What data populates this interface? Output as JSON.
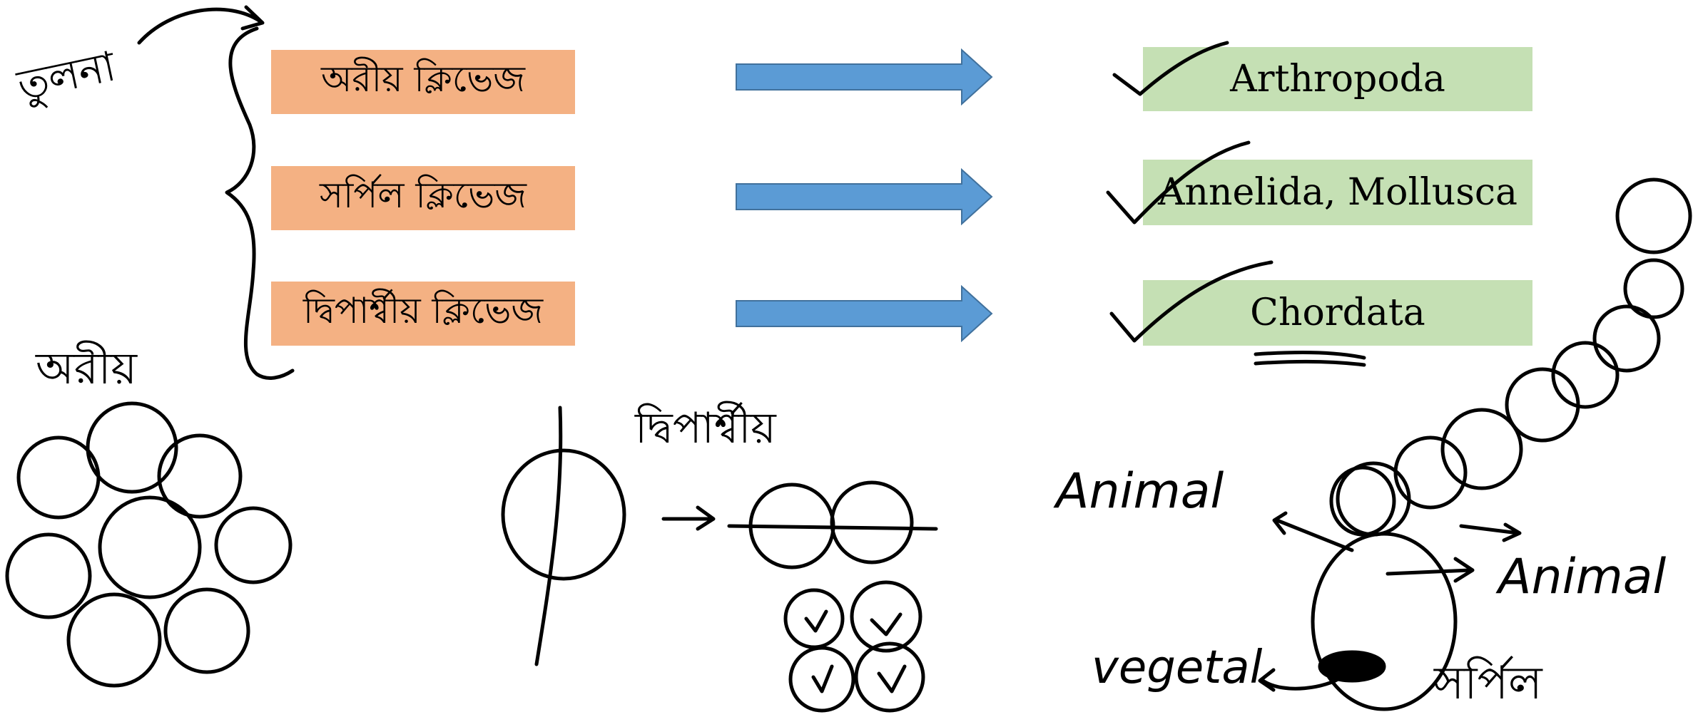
{
  "cleavage_types": [
    {
      "label": "অরীয় ক্লিভেজ"
    },
    {
      "label": "সর্পিল ক্লিভেজ"
    },
    {
      "label": "দ্বিপার্শ্বীয় ক্লিভেজ"
    }
  ],
  "phyla": [
    {
      "label": "Arthropoda"
    },
    {
      "label": "Annelida, Mollusca"
    },
    {
      "label": "Chordata"
    }
  ],
  "handwritten": {
    "top_left": "তুলনা",
    "radial": "অরীয়",
    "bilateral": "দ্বিপার্শ্বীয়",
    "animal_left": "Animal",
    "animal_right": "Animal",
    "vegetal": "vegetal",
    "spiral": "সর্পিল"
  },
  "colors": {
    "cleavage_box": "#f4b183",
    "phylum_box": "#c5e0b4",
    "arrow": "#5b9bd5",
    "ink": "#000000"
  }
}
